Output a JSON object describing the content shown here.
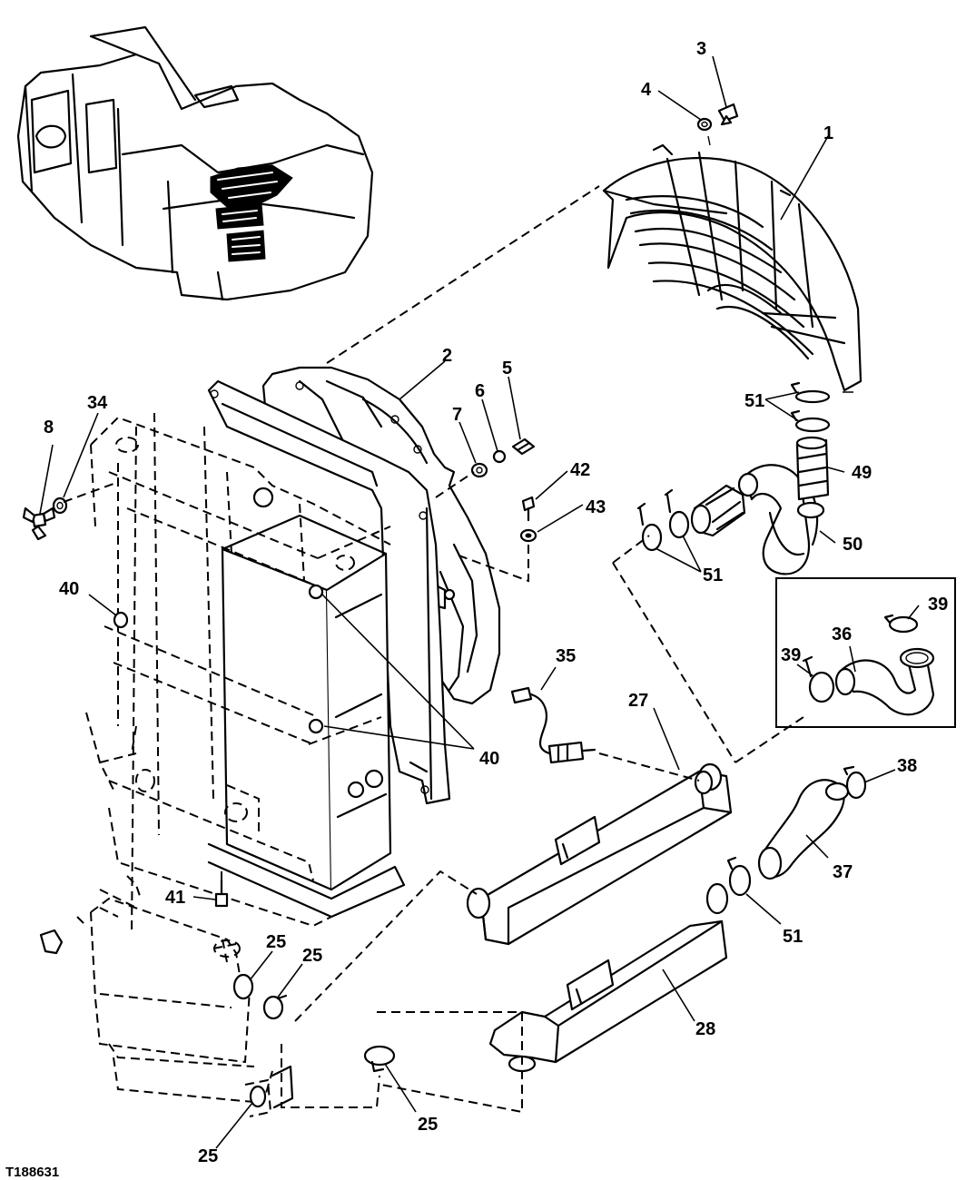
{
  "figure": {
    "reference_code": "T188631"
  },
  "callouts": {
    "c1": "1",
    "c2": "2",
    "c3": "3",
    "c4": "4",
    "c5": "5",
    "c6": "6",
    "c7": "7",
    "c8": "8",
    "c25a": "25",
    "c25b": "25",
    "c25c": "25",
    "c25d": "25",
    "c27": "27",
    "c28": "28",
    "c34": "34",
    "c35": "35",
    "c36": "36",
    "c37": "37",
    "c38": "38",
    "c39a": "39",
    "c39b": "39",
    "c40a": "40",
    "c40b": "40",
    "c41": "41",
    "c42": "42",
    "c43": "43",
    "c49": "49",
    "c50": "50",
    "c51a": "51",
    "c51b": "51",
    "c51c": "51"
  }
}
